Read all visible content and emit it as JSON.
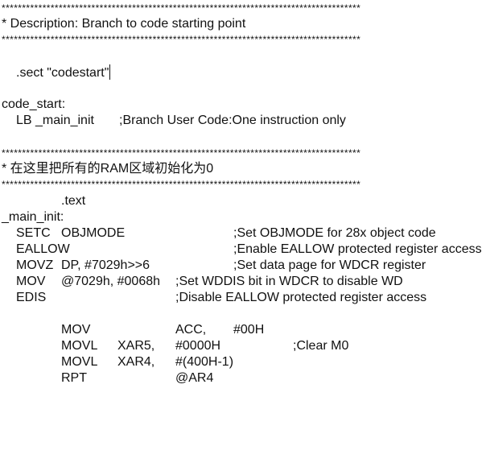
{
  "divider": "****************************************************************************************",
  "header1": {
    "text": "* Description: Branch to code starting point"
  },
  "sect": {
    "text": ".sect \"codestart\""
  },
  "code_start": {
    "label": "code_start:",
    "instr": "LB _main_init",
    "comment": ";Branch User Code:One instruction only"
  },
  "header2": {
    "text": "* 在这里把所有的RAM区域初始化为0"
  },
  "text_directive": ".text",
  "main_init_label": "_main_init:",
  "instructions": [
    {
      "mnemonic": "SETC",
      "operand": "OBJMODE",
      "comment": ";Set OBJMODE for 28x object code"
    },
    {
      "mnemonic": "EALLOW",
      "operand": "",
      "comment": ";Enable EALLOW protected register access"
    },
    {
      "mnemonic": "MOVZ",
      "operand": "DP, #7029h>>6",
      "comment": ";Set data page for WDCR register"
    },
    {
      "mnemonic": "MOV",
      "operand": "@7029h, #0068h",
      "comment": ";Set WDDIS bit in WDCR to disable WD"
    },
    {
      "mnemonic": "EDIS",
      "operand": "",
      "comment": ";Disable EALLOW protected register access"
    }
  ],
  "block": [
    {
      "mnemonic": "MOV",
      "op1": "",
      "op2": "ACC,",
      "op3": "#00H",
      "comment": ""
    },
    {
      "mnemonic": "MOVL",
      "op1": "XAR5,",
      "op2": "#0000H",
      "op3": "",
      "comment": ";Clear M0"
    },
    {
      "mnemonic": "MOVL",
      "op1": "XAR4,",
      "op2": "#(400H-1)",
      "op3": "",
      "comment": ""
    },
    {
      "mnemonic": "RPT",
      "op1": "",
      "op2": "@AR4",
      "op3": "",
      "comment": ""
    }
  ]
}
